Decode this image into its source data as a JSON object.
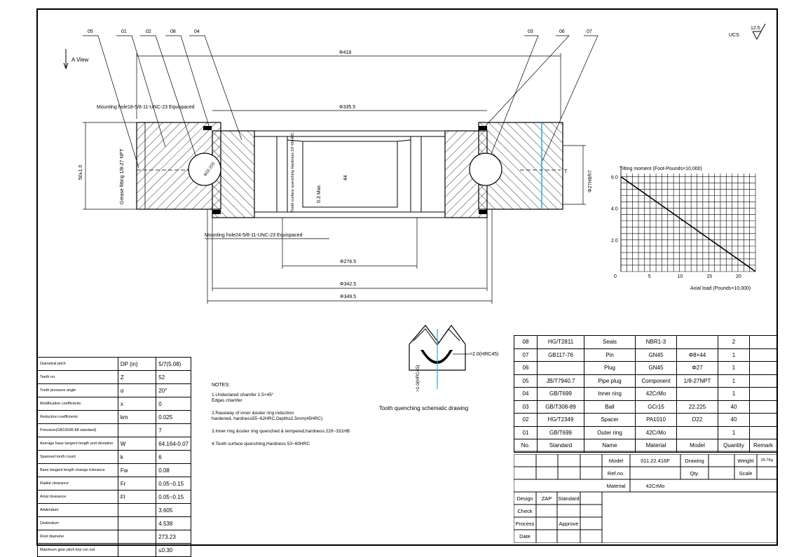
{
  "corner": {
    "roughness": "12.5",
    "ucs": "UCS"
  },
  "view": {
    "label": "A View",
    "arrow_letter": "A"
  },
  "leaders": [
    "05",
    "01",
    "02",
    "08",
    "04",
    "03",
    "06",
    "07"
  ],
  "dimensions": {
    "d418": "Φ418",
    "d335": "Φ335.5",
    "d276": "Φ276.5",
    "d342": "Φ342.5",
    "d349": "Φ349.5",
    "height": "50±1.0",
    "tooth_width": "44",
    "max": "0.3 Max.",
    "ball": "Φ22.225",
    "c45": "Φ27H8/h7",
    "T": "T"
  },
  "section_labels": {
    "mounting_top": "Mounting hole18-5/8-11-UNC-23  Equispaced",
    "mounting_bottom": "Mounting hole24-5/8-11-UNC-23  Equispaced",
    "grease": "Grease fitting  1/8-27  NPT",
    "tooth_hardness": "Tooth surface quenching Hardness 53~60HRC"
  },
  "load_chart": {
    "ylabel": "Tilting moment (Foot-Pounds×10,000)",
    "xlabel": "Axial load (Pounds×10,000)",
    "yticks": [
      "6.0",
      "4.0",
      "2.0",
      "0"
    ],
    "xticks": [
      "5",
      "10",
      "15",
      "20"
    ]
  },
  "chart_data": {
    "type": "line",
    "title": "",
    "xlabel": "Axial load (Pounds×10,000)",
    "ylabel": "Tilting moment (Foot-Pounds×10,000)",
    "xlim": [
      0,
      23
    ],
    "ylim": [
      0,
      6.2
    ],
    "grid": true,
    "series": [
      {
        "x": [
          0,
          23
        ],
        "y": [
          6.0,
          0
        ]
      }
    ]
  },
  "tooth_detail": {
    "caption": "Tooth quenching schematic drawing",
    "label_right": ">2.0(HRC45)",
    "label_left": ">1.0(HRC45)"
  },
  "gear_table": [
    [
      "Diametral pitch",
      "DP (in)",
      "5/7(5.08)"
    ],
    [
      "Teeth no.",
      "Z",
      "52"
    ],
    [
      "Tooth pressure angle",
      "α",
      "20°"
    ],
    [
      "Modification coefficients",
      "x",
      "0"
    ],
    [
      "Reduction coefficients",
      "km",
      "0.025"
    ],
    [
      "Precision(GB10095-88 standard)",
      "",
      "7"
    ],
    [
      "Average base tangent length and deviation",
      "W",
      "64.164-0.07"
    ],
    [
      "Spanned tooth count",
      "k",
      "6"
    ],
    [
      "Base tangent length change tolerance",
      "Fw",
      "0.08"
    ],
    [
      "Radial clearance",
      "Fr",
      "0.05~0.15"
    ],
    [
      "Axial clearance",
      "Fl",
      "0.05~0.15"
    ],
    [
      "Addendum",
      "",
      "3.605"
    ],
    [
      "Dedendum",
      "",
      "4.538"
    ],
    [
      "Root diameter",
      "",
      "273.23"
    ],
    [
      "Maximum gear pitch line run out",
      "",
      "≤0.30"
    ]
  ],
  "notes": {
    "title": "NOTES:",
    "items": [
      "1.Undeclared chamfer 1.5×45°\n   Edges chamfer",
      "2.Raceway of inner &outer ring induction\n   hardened, hardness55~62HRC,Depth≥2.5mm(45HRC)",
      "3.Inner ring &outer ring quenched & tempered,hardness:229~331HB",
      "4.Tooth surface quenching,Hardness  53~60HRC"
    ]
  },
  "bom": [
    [
      "08",
      "HG/T2811",
      "Seals",
      "NBR1-3",
      "",
      "2",
      ""
    ],
    [
      "07",
      "GB117-76",
      "Pin",
      "GN45",
      "Φ8×44",
      "1",
      ""
    ],
    [
      "06",
      "",
      "Plug",
      "GN45",
      "Φ27",
      "1",
      ""
    ],
    [
      "05",
      "JB/T7940.7",
      "Pipe plug",
      "Component",
      "1/8-27NPT",
      "1",
      ""
    ],
    [
      "04",
      "GB/T699",
      "Inner ring",
      "42CrMo",
      "",
      "1",
      ""
    ],
    [
      "03",
      "GB/T308-89",
      "Ball",
      "GCr15",
      "22.225",
      "40",
      ""
    ],
    [
      "02",
      "HG/T2349",
      "Spacer",
      "PA1010",
      "D22",
      "40",
      ""
    ],
    [
      "01",
      "GB/T699",
      "Outer ring",
      "42CrMo",
      "",
      "1",
      ""
    ],
    [
      "No.",
      "Standard",
      "Name",
      "Material",
      "Model",
      "Quantity",
      "Remark"
    ]
  ],
  "title_block": {
    "model_label": "Model",
    "model_value": "011.22.416F",
    "drawing_label": "Drawing",
    "weight_label": "Weight",
    "weight_value": "26.7Kg",
    "ref_label": "Ref.no.",
    "qty_label": "Qty.",
    "scale_label": "Scale",
    "material_label": "Material",
    "material_value": "42CrMo",
    "design_label": "Design",
    "design_value": "ZAP",
    "standard_label": "Standard",
    "check_label": "Check",
    "process_label": "Process",
    "approve_label": "Approve",
    "date_label": "Date"
  }
}
